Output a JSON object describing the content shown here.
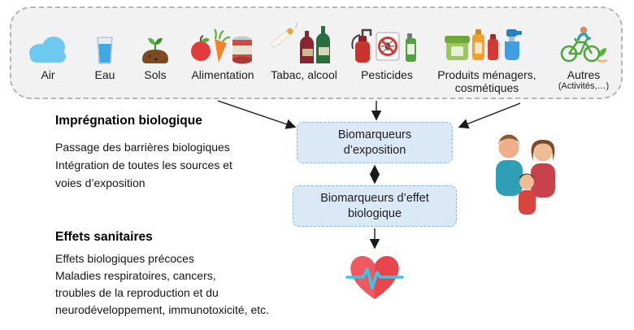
{
  "sources": {
    "items": [
      {
        "label": "Air",
        "icon": "cloud-icon"
      },
      {
        "label": "Eau",
        "icon": "water-glass-icon"
      },
      {
        "label": "Sols",
        "icon": "soil-plant-icon"
      },
      {
        "label": "Alimentation",
        "icon": "food-icon"
      },
      {
        "label": "Tabac, alcool",
        "icon": "tobacco-alcohol-icon"
      },
      {
        "label": "Pesticides",
        "icon": "pesticides-icon"
      },
      {
        "label": "Produits ménagers, cosmétiques",
        "icon": "household-products-icon"
      },
      {
        "label": "Autres",
        "sublabel": "(Activités,…)",
        "icon": "cyclist-icon"
      }
    ]
  },
  "impregnation": {
    "title": "Imprégnation biologique",
    "line1": "Passage des barrières biologiques",
    "line2": "Intégration de toutes les sources et",
    "line3": "voies d’exposition"
  },
  "effets": {
    "title": "Effets sanitaires",
    "line1": "Effets biologiques précoces",
    "line2": "Maladies respiratoires, cancers,",
    "line3": "troubles de la reproduction et du",
    "line4": "neurodéveloppement, immunotoxicité, etc."
  },
  "boxes": {
    "exposition_line1": "Biomarqueurs",
    "exposition_line2": "d’exposition",
    "effet_line1": "Biomarqueurs d’effet",
    "effet_line2": "biologique"
  },
  "icons": {
    "center_right": "family-icon",
    "bottom": "heart-ecg-icon"
  },
  "colors": {
    "panel_fill": "#f2f2f2",
    "panel_border": "#b5b5b5",
    "flow_box_fill": "#dbe9f6",
    "flow_box_border": "#8fbadc",
    "arrow": "#1a1a1a",
    "heart_red": "#e8464b",
    "ecg_cyan": "#35c8ea"
  }
}
